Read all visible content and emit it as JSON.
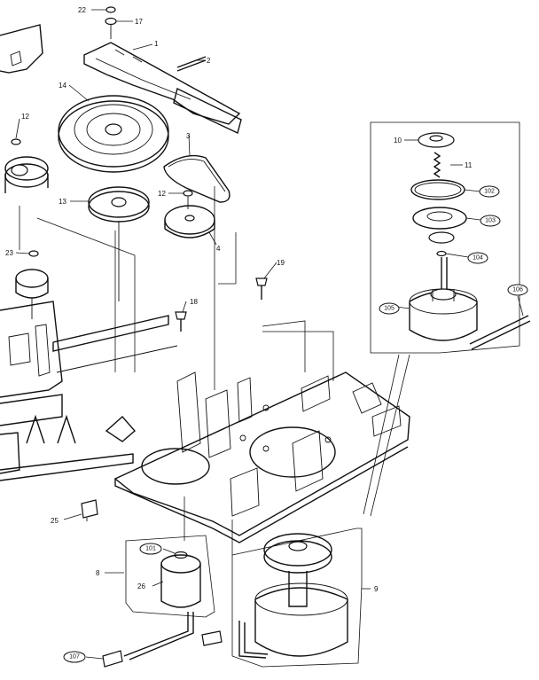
{
  "labels": {
    "p1": "1",
    "p2": "2",
    "p3": "3",
    "p4": "4",
    "p8": "8",
    "p9": "9",
    "p10": "10",
    "p11": "11",
    "p12a": "12",
    "p12b": "12",
    "p13": "13",
    "p14": "14",
    "p17": "17",
    "p18": "18",
    "p19": "19",
    "p22": "22",
    "p23": "23",
    "p25": "25",
    "p26": "26",
    "p101": "101",
    "p102": "102",
    "p103": "103",
    "p104": "104",
    "p105": "105",
    "p106": "106",
    "p107": "107"
  }
}
